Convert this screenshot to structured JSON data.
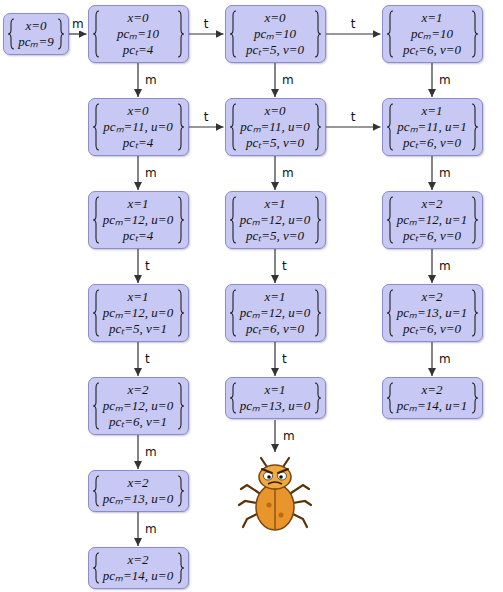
{
  "diagram": {
    "nodes": [
      {
        "text": [
          "x=0",
          "pcₘ=9"
        ]
      },
      {
        "text": [
          "x=0",
          "pcₘ=10",
          "pcₜ=4"
        ]
      },
      {
        "text": [
          "x=0",
          "pcₘ=10",
          "pcₜ=5, v=0"
        ]
      },
      {
        "text": [
          "x=1",
          "pcₘ=10",
          "pcₜ=6, v=0"
        ]
      },
      {
        "text": [
          "x=0",
          "pcₘ=11, u=0",
          "pcₜ=4"
        ]
      },
      {
        "text": [
          "x=0",
          "pcₘ=11, u=0",
          "pcₜ=5, v=0"
        ]
      },
      {
        "text": [
          "x=1",
          "pcₘ=11, u=1",
          "pcₜ=6, v=0"
        ]
      },
      {
        "text": [
          "x=1",
          "pcₘ=12, u=0",
          "pcₜ=4"
        ]
      },
      {
        "text": [
          "x=1",
          "pcₘ=12, u=0",
          "pcₜ=5, v=0"
        ]
      },
      {
        "text": [
          "x=2",
          "pcₘ=12, u=1",
          "pcₜ=6, v=0"
        ]
      },
      {
        "text": [
          "x=1",
          "pcₘ=12, u=0",
          "pcₜ=5, v=1"
        ]
      },
      {
        "text": [
          "x=1",
          "pcₘ=12, u=0",
          "pcₜ=6, v=0"
        ]
      },
      {
        "text": [
          "x=2",
          "pcₘ=13, u=1",
          "pcₜ=6, v=0"
        ]
      },
      {
        "text": [
          "x=2",
          "pcₘ=12, u=0",
          "pcₜ=6, v=1"
        ]
      },
      {
        "text": [
          "x=1",
          "pcₘ=13, u=0"
        ]
      },
      {
        "text": [
          "x=2",
          "pcₘ=14, u=1"
        ]
      },
      {
        "text": [
          "x=2",
          "pcₘ=13, u=0"
        ]
      },
      {
        "text": [
          "x=2",
          "pcₘ=14, u=0"
        ]
      }
    ],
    "edges": [
      {
        "from": 0,
        "to": 1,
        "label": "m",
        "arrow": "to"
      },
      {
        "from": 1,
        "to": 2,
        "label": "t",
        "arrow": "to"
      },
      {
        "from": 2,
        "to": 3,
        "label": "t",
        "arrow": "to"
      },
      {
        "from": 1,
        "to": 4,
        "label": "m",
        "arrow": "to"
      },
      {
        "from": 2,
        "to": 5,
        "label": "m",
        "arrow": "to"
      },
      {
        "from": 3,
        "to": 6,
        "label": "m",
        "arrow": "to"
      },
      {
        "from": 4,
        "to": 5,
        "label": "t",
        "arrow": "to"
      },
      {
        "from": 5,
        "to": 6,
        "label": "t",
        "arrow": "to"
      },
      {
        "from": 4,
        "to": 7,
        "label": "m",
        "arrow": "to"
      },
      {
        "from": 5,
        "to": 8,
        "label": "m",
        "arrow": "to"
      },
      {
        "from": 6,
        "to": 9,
        "label": "m",
        "arrow": "to"
      },
      {
        "from": 7,
        "to": 10,
        "label": "t",
        "arrow": "to"
      },
      {
        "from": 8,
        "to": 11,
        "label": "t",
        "arrow": "to"
      },
      {
        "from": 9,
        "to": 12,
        "label": "m",
        "arrow": "to"
      },
      {
        "from": 10,
        "to": 13,
        "label": "t",
        "arrow": "to"
      },
      {
        "from": 11,
        "to": 14,
        "label": "t",
        "arrow": "to"
      },
      {
        "from": 12,
        "to": 15,
        "label": "m",
        "arrow": "to"
      },
      {
        "from": 13,
        "to": 16,
        "label": "m",
        "arrow": "to"
      },
      {
        "from": 16,
        "to": 17,
        "label": "m",
        "arrow": "to"
      }
    ],
    "labels": [
      "m"
    ]
  }
}
